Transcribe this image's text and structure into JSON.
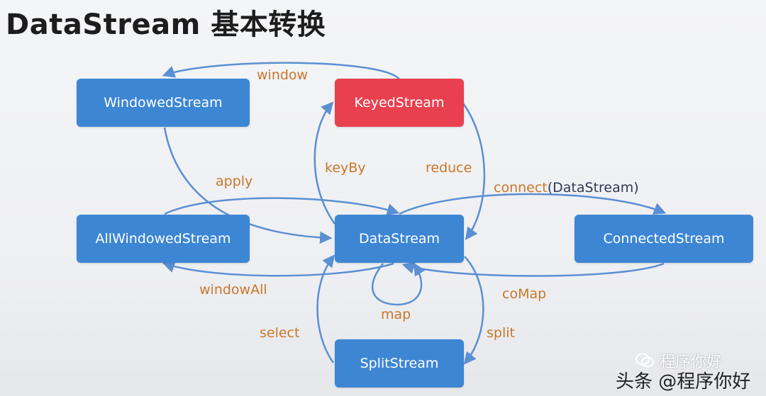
{
  "title": "DataStream 基本转换",
  "nodes": {
    "windowed_stream": "WindowedStream",
    "keyed_stream": "KeyedStream",
    "all_windowed_stream": "AllWindowedStream",
    "data_stream": "DataStream",
    "connected_stream": "ConnectedStream",
    "split_stream": "SplitStream"
  },
  "edges": {
    "window": "window",
    "apply": "apply",
    "key_by": "keyBy",
    "reduce": "reduce",
    "connect": "connect",
    "connect_arg": "(DataStream)",
    "window_all": "windowAll",
    "co_map": "coMap",
    "map": "map",
    "select": "select",
    "split": "split"
  },
  "watermark": {
    "top": "程序你好",
    "bottom": "头条 @程序你好"
  },
  "colors": {
    "node": "#3d86d4",
    "keyed_node": "#e8404f",
    "edge": "#5b8fd3",
    "label": "#c8782a"
  }
}
